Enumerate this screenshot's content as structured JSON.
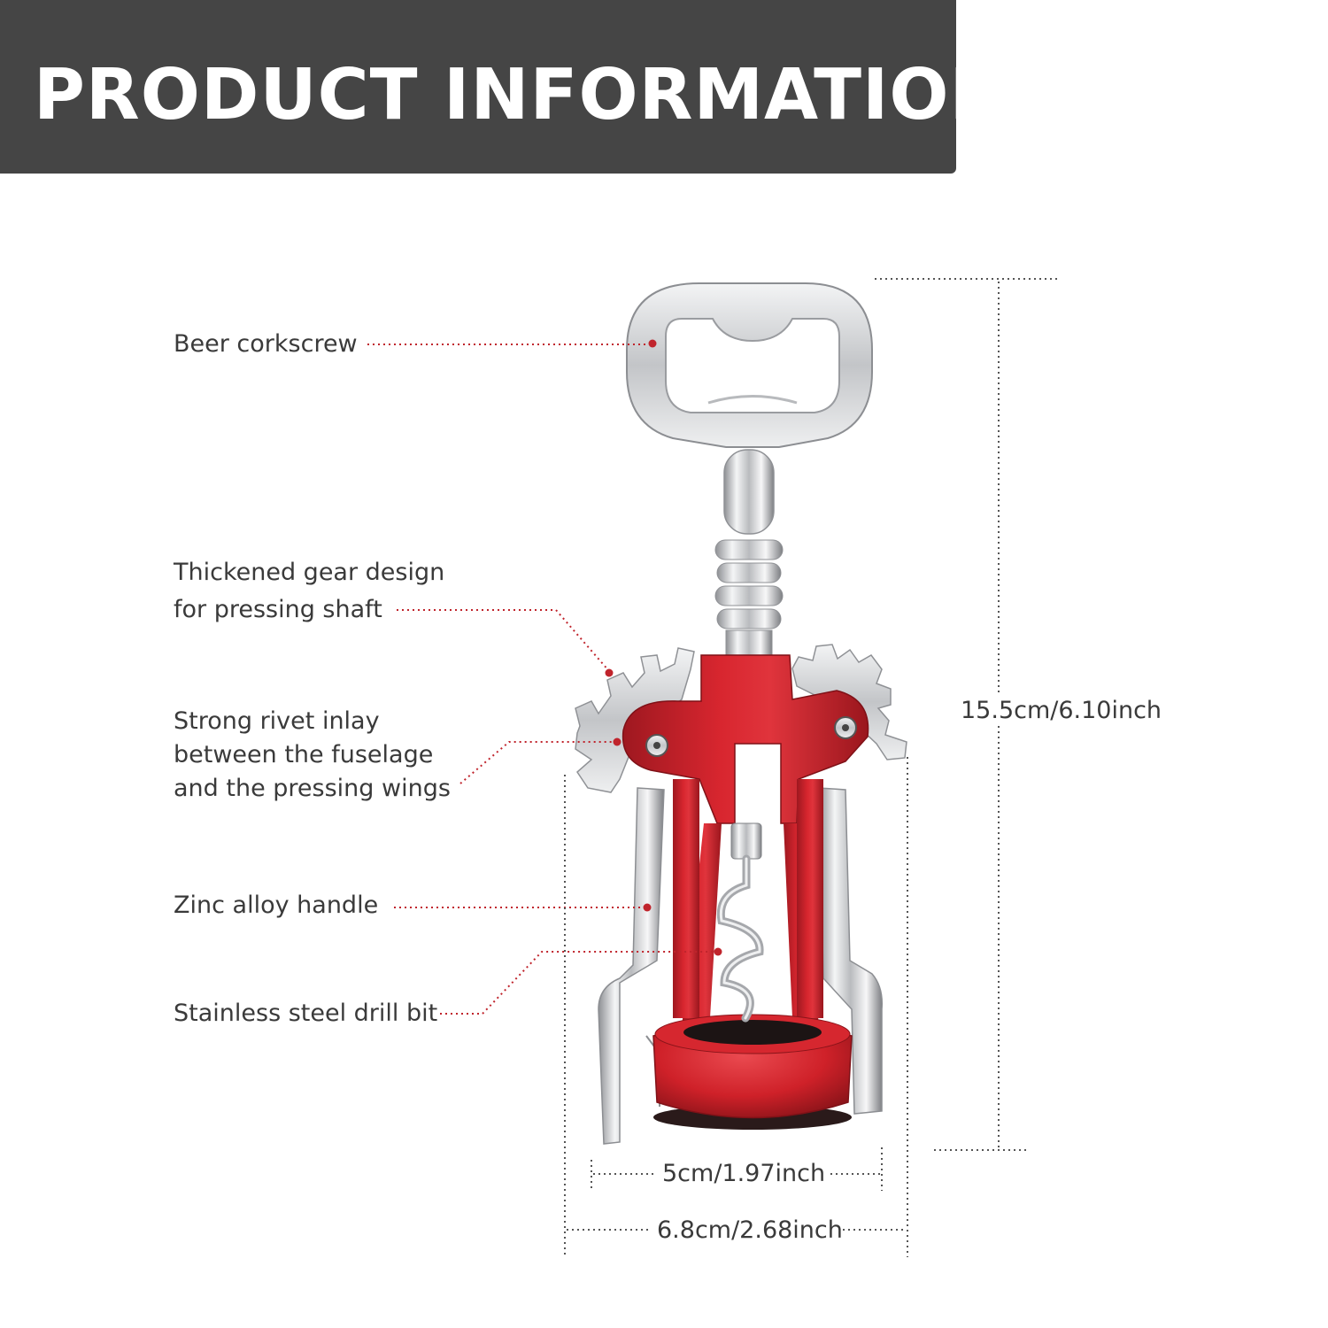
{
  "header": {
    "title": "PRODUCT INFORMATION"
  },
  "callouts": {
    "beer_corkscrew": "Beer corkscrew",
    "gear_line1": "Thickened gear design",
    "gear_line2": "for pressing shaft",
    "rivet_line1": "Strong rivet inlay",
    "rivet_line2": "between the fuselage",
    "rivet_line3": "and the pressing wings",
    "handle": "Zinc alloy handle",
    "drill_bit": "Stainless steel drill bit"
  },
  "dimensions": {
    "height": "15.5cm/6.10inch",
    "inner_width": "5cm/1.97inch",
    "outer_width": "6.8cm/2.68inch"
  },
  "colors": {
    "banner": "#454545",
    "accent_red": "#c8202a",
    "leader_dot": "#c0242c",
    "chrome": "#d9dadc"
  }
}
